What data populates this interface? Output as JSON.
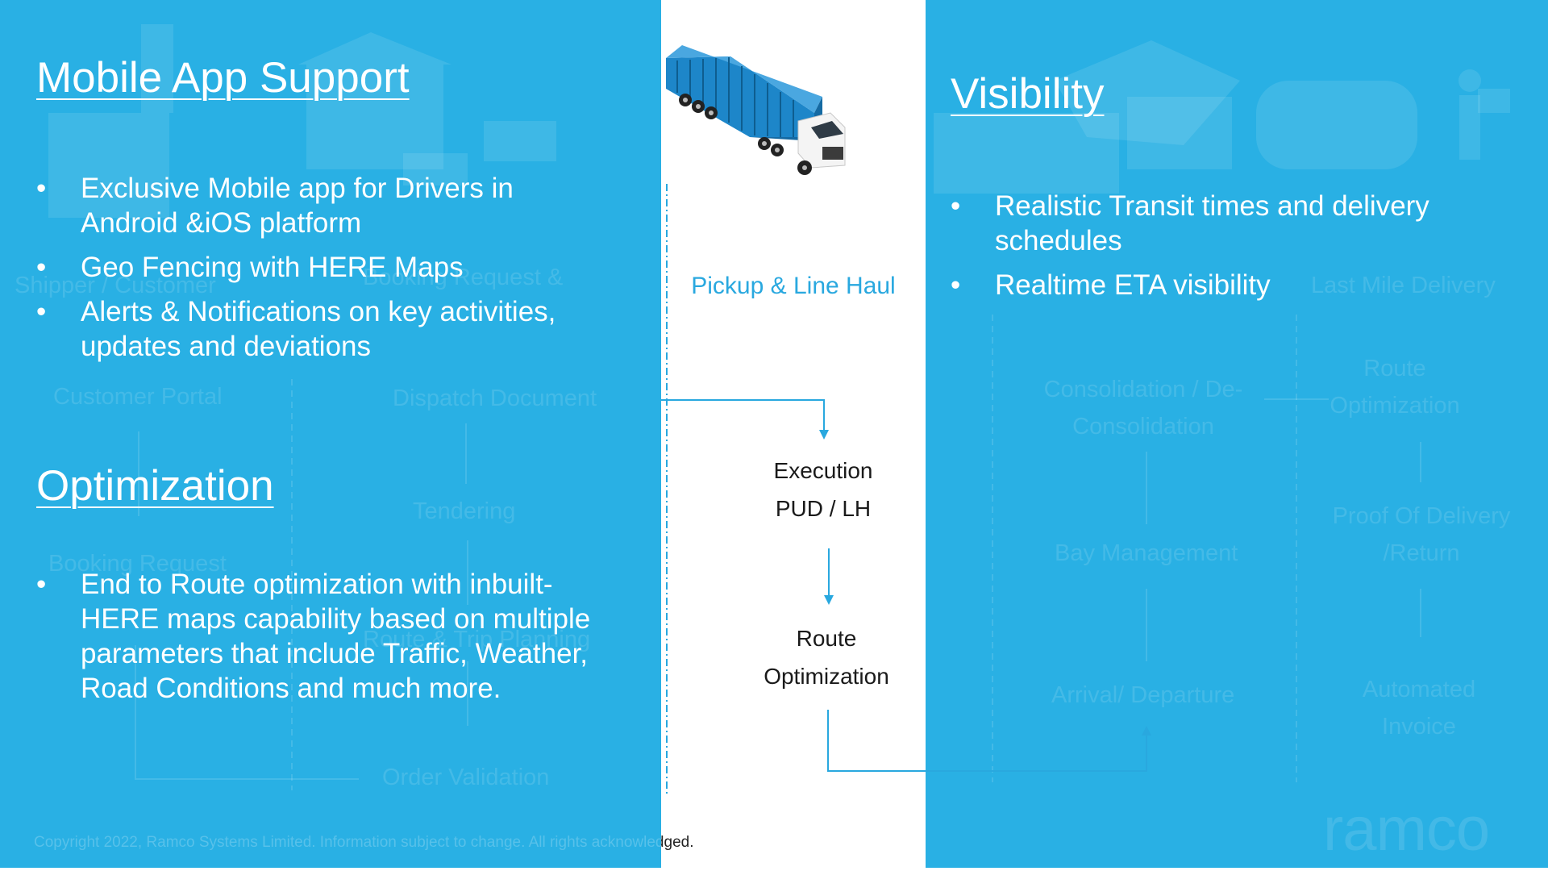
{
  "left": {
    "mobile_app": {
      "heading": "Mobile App Support",
      "bullets": [
        "Exclusive Mobile app for Drivers in Android &iOS platform",
        "Geo Fencing with HERE Maps",
        "Alerts & Notifications on key activities, updates and deviations"
      ]
    },
    "optimization": {
      "heading": "Optimization",
      "bullets": [
        "End to Route optimization with inbuilt-HERE maps capability based on multiple parameters that include Traffic, Weather, Road Conditions and much more."
      ]
    },
    "background_flow": {
      "shipper": "Shipper / Customer",
      "booking_request_top": "Booking Request &",
      "customer_portal": "Customer Portal",
      "dispatch_document": "Dispatch Document",
      "tendering": "Tendering",
      "booking_request": "Booking Request",
      "route_trip_planning": "Route & Trip Planning",
      "order_validation": "Order Validation"
    }
  },
  "center": {
    "title": "Pickup & Line Haul",
    "execution": "Execution PUD / LH",
    "route_optimization": "Route Optimization",
    "truck_icon": "truck-icon"
  },
  "right": {
    "visibility": {
      "heading": "Visibility",
      "bullets": [
        "Realistic Transit times and delivery schedules",
        "Realtime ETA visibility"
      ]
    },
    "background_flow": {
      "last_mile": "Last Mile Delivery",
      "consolidation": "Consolidation / De-Consolidation",
      "route_optimization": "Route Optimization",
      "bay_management": "Bay Management",
      "proof_of_delivery": "Proof Of Delivery /Return",
      "arrival_departure": "Arrival/ Departure",
      "automated_invoice": "Automated Invoice"
    },
    "logo": "ramco"
  },
  "footer": {
    "copyright": "Copyright 2022, Ramco Systems Limited. Information subject to change.  All rights acknowledged."
  },
  "colors": {
    "panel_blue": "#29b0e4",
    "flow_line": "#29a8df",
    "center_title": "#29a8df"
  }
}
